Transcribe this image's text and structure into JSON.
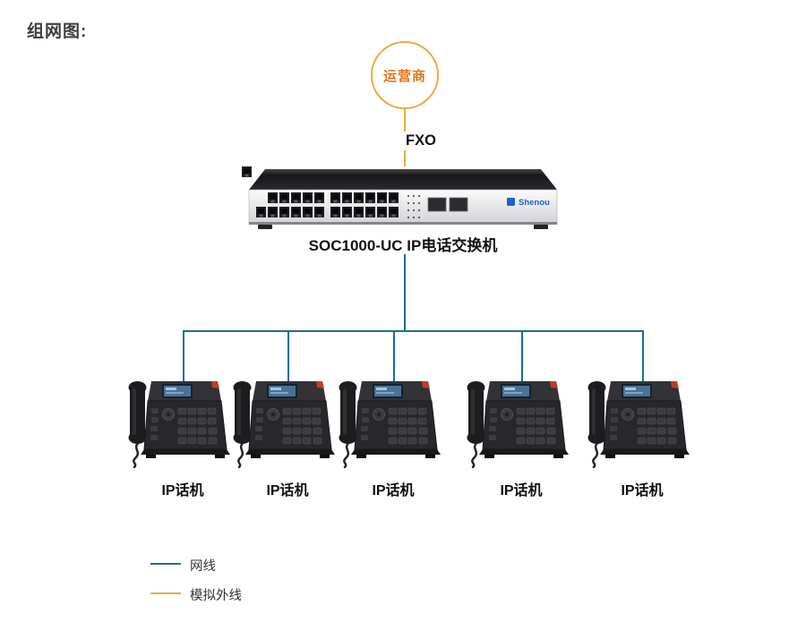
{
  "title": "组网图:",
  "carrier": {
    "label": "运营商",
    "port_label": "FXO"
  },
  "switch": {
    "label": "SOC1000-UC IP电话交换机",
    "brand": "Shenou"
  },
  "phones": [
    {
      "label": "IP话机"
    },
    {
      "label": "IP话机"
    },
    {
      "label": "IP话机"
    },
    {
      "label": "IP话机"
    },
    {
      "label": "IP话机"
    }
  ],
  "legend": [
    {
      "label": "网线",
      "color": "#1B6C9C",
      "type": "network-cable"
    },
    {
      "label": "模拟外线",
      "color": "#E3AE3D",
      "type": "analog-trunk"
    }
  ],
  "colors": {
    "network_line": "#1B6C9C",
    "analog_line": "#E3AE3D",
    "carrier_text": "#E2761B",
    "carrier_ring": "#ECA845"
  }
}
